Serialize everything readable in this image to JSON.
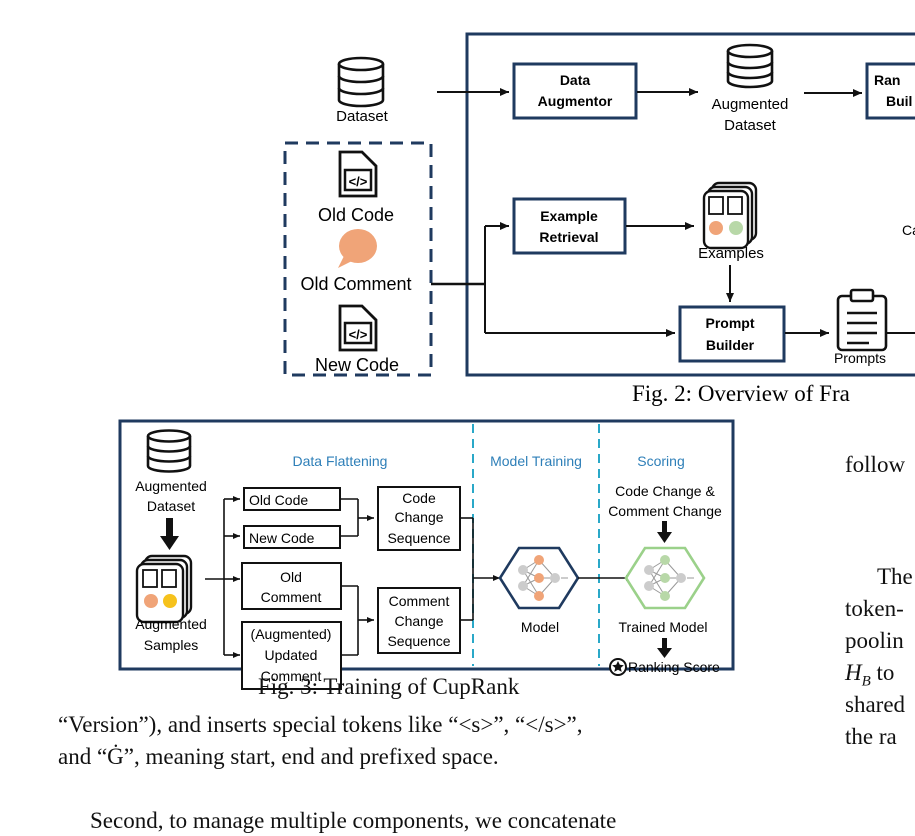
{
  "fig2": {
    "dataset_label": "Dataset",
    "old_code_label": "Old Code",
    "old_comment_label": "Old Comment",
    "new_code_label": "New Code",
    "data_augmentor_line1": "Data",
    "data_augmentor_line2": "Augmentor",
    "augmented_dataset_line1": "Augmented",
    "augmented_dataset_line2": "Dataset",
    "ranker_builder_line1": "Ran",
    "ranker_builder_line2": "Buil",
    "example_retrieval_line1": "Example",
    "example_retrieval_line2": "Retrieval",
    "examples_label": "Examples",
    "candidates_partial": "Ca",
    "prompt_builder_line1": "Prompt",
    "prompt_builder_line2": "Builder",
    "prompts_label": "Prompts",
    "caption": "Fig. 2: Overview of Fra"
  },
  "fig3": {
    "section_flattening": "Data Flattening",
    "section_training": "Model Training",
    "section_scoring": "Scoring",
    "augmented_dataset_line1": "Augmented",
    "augmented_dataset_line2": "Dataset",
    "augmented_samples_line1": "Augmented",
    "augmented_samples_line2": "Samples",
    "old_code": "Old Code",
    "new_code": "New Code",
    "old_comment_line1": "Old",
    "old_comment_line2": "Comment",
    "updated_comment_line1": "(Augmented)",
    "updated_comment_line2": "Updated",
    "updated_comment_line3": "Comment",
    "code_change_line1": "Code",
    "code_change_line2": "Change",
    "code_change_line3": "Sequence",
    "comment_change_line1": "Comment",
    "comment_change_line2": "Change",
    "comment_change_line3": "Sequence",
    "model_label": "Model",
    "scoring_input_line1": "Code Change &",
    "scoring_input_line2": "Comment Change",
    "trained_model_label": "Trained Model",
    "ranking_score_label": "Ranking Score",
    "caption": "Fig. 3: Training of CupRank"
  },
  "body_left": {
    "line1": "“Version”), and inserts special tokens like “<s>”, “</s>”,",
    "line2": "and “Ġ”, meaning start, end and prefixed space.",
    "line3": "Second, to manage multiple components, we concatenate"
  },
  "body_right": {
    "line1": "follow",
    "line2": "The",
    "line3": "token-",
    "line4": "poolin",
    "line5_sym": "H",
    "line5_sub": "B",
    "line5_rest": " to",
    "line6": "shared",
    "line7": "the ra"
  },
  "colors": {
    "navy": "#1f3a5f",
    "section_blue": "#2e7fb8",
    "divider_cyan": "#2aa8c8",
    "comment_orange": "#f0a478",
    "comment_yellow": "#f6c21c",
    "comment_green": "#b8d8a8",
    "trained_green": "#9bd18a"
  }
}
